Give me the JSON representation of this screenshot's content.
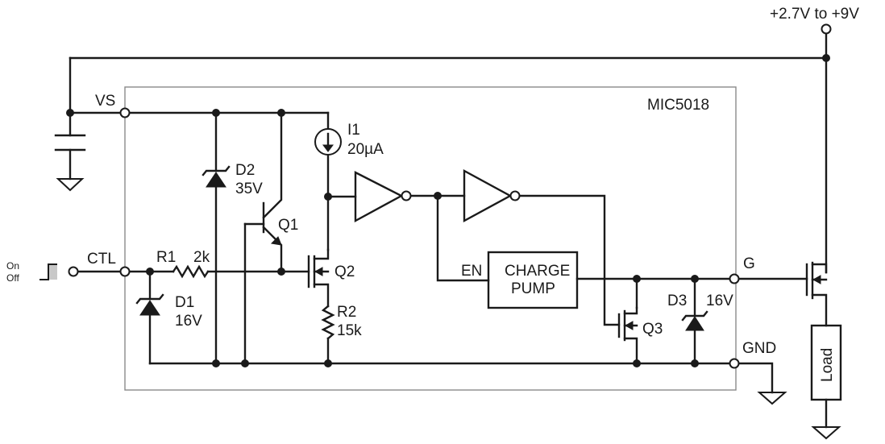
{
  "chip": {
    "name": "MIC5018"
  },
  "supply": {
    "label": "+2.7V to +9V"
  },
  "pins": {
    "vs": "VS",
    "ctl": "CTL",
    "g": "G",
    "gnd": "GND"
  },
  "input": {
    "on": "On",
    "off": "Off"
  },
  "components": {
    "r1": {
      "name": "R1",
      "value": "2k"
    },
    "r2": {
      "name": "R2",
      "value": "15k"
    },
    "d1": {
      "name": "D1",
      "value": "16V"
    },
    "d2": {
      "name": "D2",
      "value": "35V"
    },
    "d3": {
      "name": "D3",
      "value": "16V"
    },
    "i1": {
      "name": "I1",
      "value": "20µA"
    },
    "q1": {
      "name": "Q1"
    },
    "q2": {
      "name": "Q2"
    },
    "q3": {
      "name": "Q3"
    },
    "charge_pump": {
      "en": "EN",
      "line1": "CHARGE",
      "line2": "PUMP"
    },
    "load": {
      "label": "Load"
    }
  }
}
